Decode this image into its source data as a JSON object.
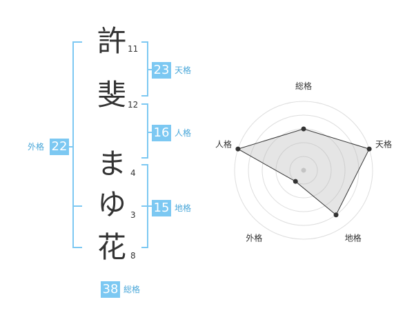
{
  "characters": [
    {
      "char": "許",
      "strokes": "11"
    },
    {
      "char": "斐",
      "strokes": "12"
    },
    {
      "char": "ま",
      "strokes": "4"
    },
    {
      "char": "ゆ",
      "strokes": "3"
    },
    {
      "char": "花",
      "strokes": "8"
    }
  ],
  "kakusu": {
    "tenkaku": {
      "value": "23",
      "label": "天格"
    },
    "jinkaku": {
      "value": "16",
      "label": "人格"
    },
    "chikaku": {
      "value": "15",
      "label": "地格"
    },
    "gaikaku": {
      "value": "22",
      "label": "外格"
    },
    "soukaku": {
      "value": "38",
      "label": "総格"
    }
  },
  "colors": {
    "accent": "#7cc8f2",
    "label": "#4aa7d9",
    "text": "#333333"
  },
  "chart_data": {
    "type": "radar",
    "axes": [
      "総格",
      "天格",
      "地格",
      "外格",
      "人格"
    ],
    "scores": [
      3,
      5,
      4,
      1,
      5
    ],
    "max": 5,
    "rings": 5
  }
}
